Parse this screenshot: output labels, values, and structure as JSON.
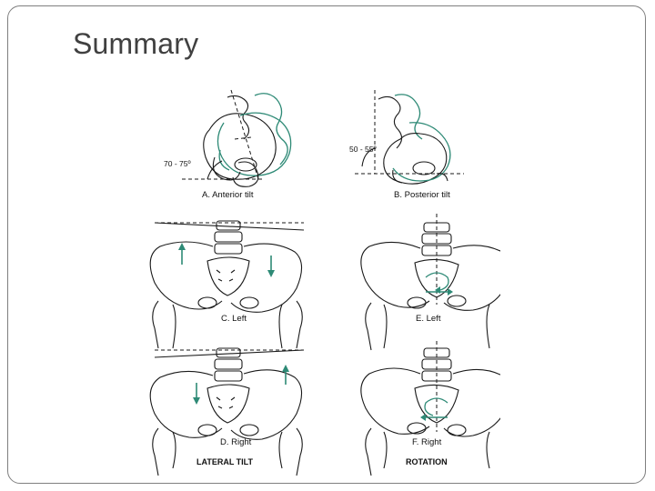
{
  "slide": {
    "title": "Summary"
  },
  "figure": {
    "panels": {
      "a": {
        "caption": "A. Anterior tilt",
        "angle": "70 - 75º"
      },
      "b": {
        "caption": "B. Posterior tilt",
        "angle": "50 - 55º"
      },
      "c": {
        "caption": "C. Left"
      },
      "d": {
        "caption": "D. Right"
      },
      "e": {
        "caption": "E. Left"
      },
      "f": {
        "caption": "F. Right"
      }
    },
    "group_labels": {
      "lateral_tilt": "LATERAL TILT",
      "rotation": "ROTATION"
    }
  },
  "colors": {
    "title_text": "#404040",
    "border": "#7f7f7f",
    "accent_teal": "#2e8a76",
    "ink": "#1a1a1a"
  }
}
